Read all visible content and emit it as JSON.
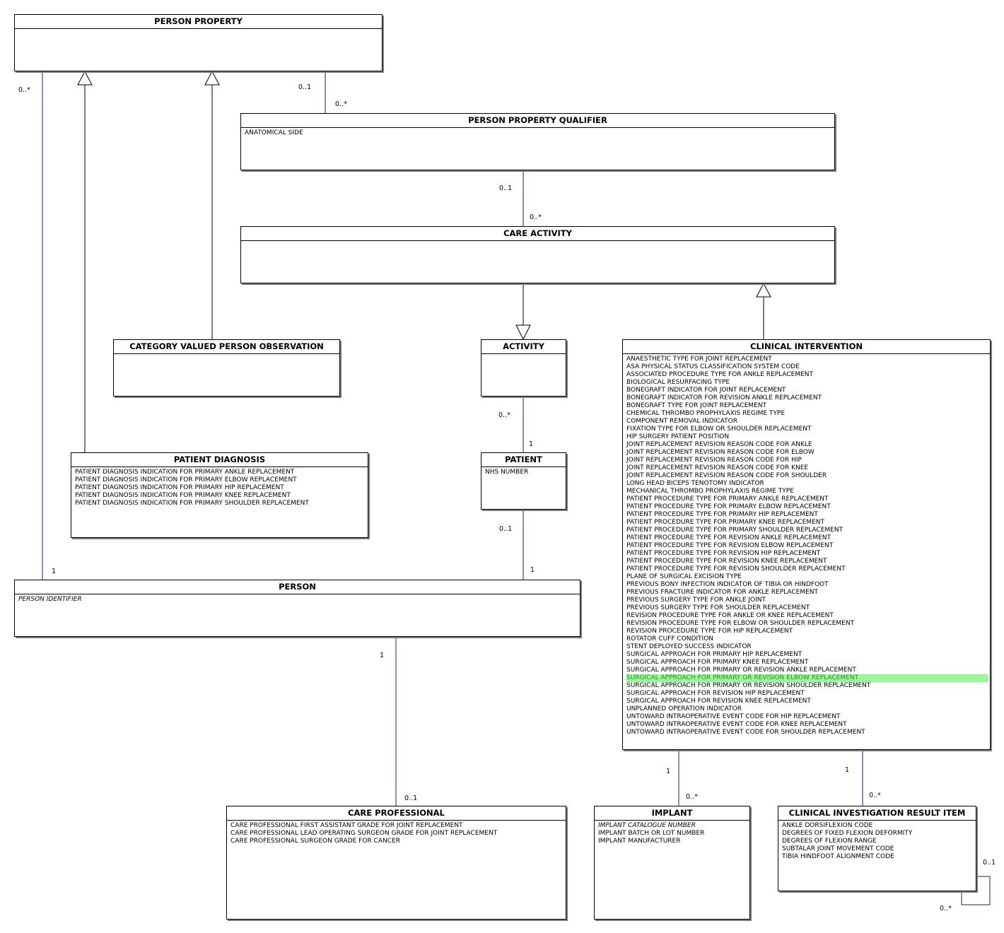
{
  "colors": {
    "association": "#1a1aa6",
    "generalization": "#000000",
    "highlight": "#9ef59e"
  },
  "classes": {
    "person_property": {
      "title": "PERSON PROPERTY",
      "attributes": []
    },
    "person_property_qualifier": {
      "title": "PERSON PROPERTY QUALIFIER",
      "attributes": [
        "ANATOMICAL SIDE"
      ]
    },
    "care_activity": {
      "title": "CARE ACTIVITY",
      "attributes": []
    },
    "category_valued_person_observation": {
      "title": "CATEGORY VALUED PERSON OBSERVATION",
      "attributes": []
    },
    "activity": {
      "title": "ACTIVITY",
      "attributes": []
    },
    "patient_diagnosis": {
      "title": "PATIENT DIAGNOSIS",
      "attributes": [
        "PATIENT DIAGNOSIS INDICATION FOR PRIMARY ANKLE REPLACEMENT",
        "PATIENT DIAGNOSIS INDICATION FOR PRIMARY ELBOW REPLACEMENT",
        "PATIENT DIAGNOSIS INDICATION FOR PRIMARY HIP REPLACEMENT",
        "PATIENT DIAGNOSIS INDICATION FOR PRIMARY KNEE REPLACEMENT",
        "PATIENT DIAGNOSIS INDICATION FOR PRIMARY SHOULDER REPLACEMENT"
      ]
    },
    "patient": {
      "title": "PATIENT",
      "attributes": [
        "NHS NUMBER"
      ]
    },
    "person": {
      "title": "PERSON",
      "attributes": [
        "PERSON IDENTIFIER"
      ]
    },
    "clinical_intervention": {
      "title": "CLINICAL INTERVENTION",
      "attributes": [
        "ANAESTHETIC TYPE FOR JOINT REPLACEMENT",
        "ASA PHYSICAL STATUS CLASSIFICATION SYSTEM CODE",
        "ASSOCIATED PROCEDURE TYPE FOR ANKLE REPLACEMENT",
        "BIOLOGICAL RESURFACING TYPE",
        "BONEGRAFT INDICATOR FOR JOINT REPLACEMENT",
        "BONEGRAFT INDICATOR FOR REVISION ANKLE REPLACEMENT",
        "BONEGRAFT TYPE FOR JOINT REPLACEMENT",
        "CHEMICAL THROMBO PROPHYLAXIS REGIME TYPE",
        "COMPONENT REMOVAL INDICATOR",
        "FIXATION TYPE FOR ELBOW OR SHOULDER REPLACEMENT",
        "HIP SURGERY PATIENT POSITION",
        "JOINT REPLACEMENT REVISION REASON CODE FOR ANKLE",
        "JOINT REPLACEMENT REVISION REASON CODE FOR ELBOW",
        "JOINT REPLACEMENT REVISION REASON CODE FOR HIP",
        "JOINT REPLACEMENT REVISION REASON CODE FOR KNEE",
        "JOINT REPLACEMENT REVISION REASON CODE FOR SHOULDER",
        "LONG HEAD BICEPS TENOTOMY INDICATOR",
        "MECHANICAL THROMBO PROPHYLAXIS REGIME TYPE",
        "PATIENT PROCEDURE TYPE FOR PRIMARY ANKLE REPLACEMENT",
        "PATIENT PROCEDURE TYPE FOR PRIMARY ELBOW REPLACEMENT",
        "PATIENT PROCEDURE TYPE FOR PRIMARY HIP REPLACEMENT",
        "PATIENT PROCEDURE TYPE FOR PRIMARY KNEE REPLACEMENT",
        "PATIENT PROCEDURE TYPE FOR PRIMARY SHOULDER REPLACEMENT",
        "PATIENT PROCEDURE TYPE FOR REVISION ANKLE REPLACEMENT",
        "PATIENT PROCEDURE TYPE FOR REVISION ELBOW REPLACEMENT",
        "PATIENT PROCEDURE TYPE FOR REVISION HIP REPLACEMENT",
        "PATIENT PROCEDURE TYPE FOR REVISION KNEE REPLACEMENT",
        "PATIENT PROCEDURE TYPE FOR REVISION SHOULDER REPLACEMENT",
        "PLANE OF SURGICAL EXCISION TYPE",
        "PREVIOUS BONY INFECTION INDICATOR OF TIBIA OR HINDFOOT",
        "PREVIOUS FRACTURE INDICATOR FOR ANKLE REPLACEMENT",
        "PREVIOUS SURGERY TYPE FOR ANKLE JOINT",
        "PREVIOUS SURGERY TYPE FOR SHOULDER REPLACEMENT",
        "REVISION PROCEDURE TYPE FOR ANKLE OR KNEE REPLACEMENT",
        "REVISION PROCEDURE TYPE FOR ELBOW OR SHOULDER REPLACEMENT",
        "REVISION PROCEDURE TYPE FOR HIP REPLACEMENT",
        "ROTATOR CUFF CONDITION",
        "STENT DEPLOYED SUCCESS INDICATOR",
        "SURGICAL APPROACH FOR PRIMARY HIP REPLACEMENT",
        "SURGICAL APPROACH FOR PRIMARY KNEE REPLACEMENT",
        "SURGICAL APPROACH FOR PRIMARY OR REVISION ANKLE REPLACEMENT",
        "SURGICAL APPROACH FOR PRIMARY OR REVISION ELBOW REPLACEMENT",
        "SURGICAL APPROACH FOR PRIMARY OR REVISION SHOULDER REPLACEMENT",
        "SURGICAL APPROACH FOR REVISION HIP REPLACEMENT",
        "SURGICAL APPROACH FOR REVISION KNEE REPLACEMENT",
        "UNPLANNED OPERATION INDICATOR",
        "UNTOWARD INTRAOPERATIVE EVENT CODE FOR HIP REPLACEMENT",
        "UNTOWARD INTRAOPERATIVE EVENT CODE FOR KNEE REPLACEMENT",
        "UNTOWARD INTRAOPERATIVE EVENT CODE FOR SHOULDER REPLACEMENT"
      ],
      "highlighted": "SURGICAL APPROACH FOR PRIMARY OR REVISION ELBOW REPLACEMENT"
    },
    "care_professional": {
      "title": "CARE PROFESSIONAL",
      "attributes": [
        "CARE PROFESSIONAL FIRST ASSISTANT GRADE FOR JOINT REPLACEMENT",
        "CARE PROFESSIONAL LEAD OPERATING SURGEON GRADE FOR JOINT REPLACEMENT",
        "CARE PROFESSIONAL SURGEON GRADE FOR CANCER"
      ]
    },
    "implant": {
      "title": "IMPLANT",
      "attributes": [
        "IMPLANT CATALOGUE NUMBER",
        "IMPLANT BATCH OR LOT NUMBER",
        "IMPLANT MANUFACTURER"
      ]
    },
    "clinical_investigation_result_item": {
      "title": "CLINICAL INVESTIGATION RESULT ITEM",
      "attributes": [
        "ANKLE DORSIFLEXION CODE",
        "DEGREES OF FIXED FLEXION DEFORMITY",
        "DEGREES OF FLEXION RANGE",
        "SUBTALAR JOINT MOVEMENT CODE",
        "TIBIA HINDFOOT ALIGNMENT CODE"
      ]
    }
  },
  "multiplicities": {
    "person_property_person_prop_end": "0..*",
    "person_property_person_person_end": "1",
    "person_property_qualifier_prop_end": "0..1",
    "person_property_qualifier_qual_end": "0..*",
    "qualifier_care_activity_qual_end": "0..1",
    "qualifier_care_activity_act_end": "0..*",
    "activity_patient_activity_end": "0..*",
    "activity_patient_patient_end": "1",
    "patient_person_patient_end": "0..1",
    "patient_person_person_end": "1",
    "person_care_professional_person_end": "1",
    "person_care_professional_cp_end": "0..1",
    "intervention_implant_ci_end": "1",
    "intervention_implant_implant_end": "0..*",
    "intervention_result_ci_end": "1",
    "intervention_result_result_end": "0..*",
    "result_self_top": "0..1",
    "result_self_bottom": "0..*"
  }
}
